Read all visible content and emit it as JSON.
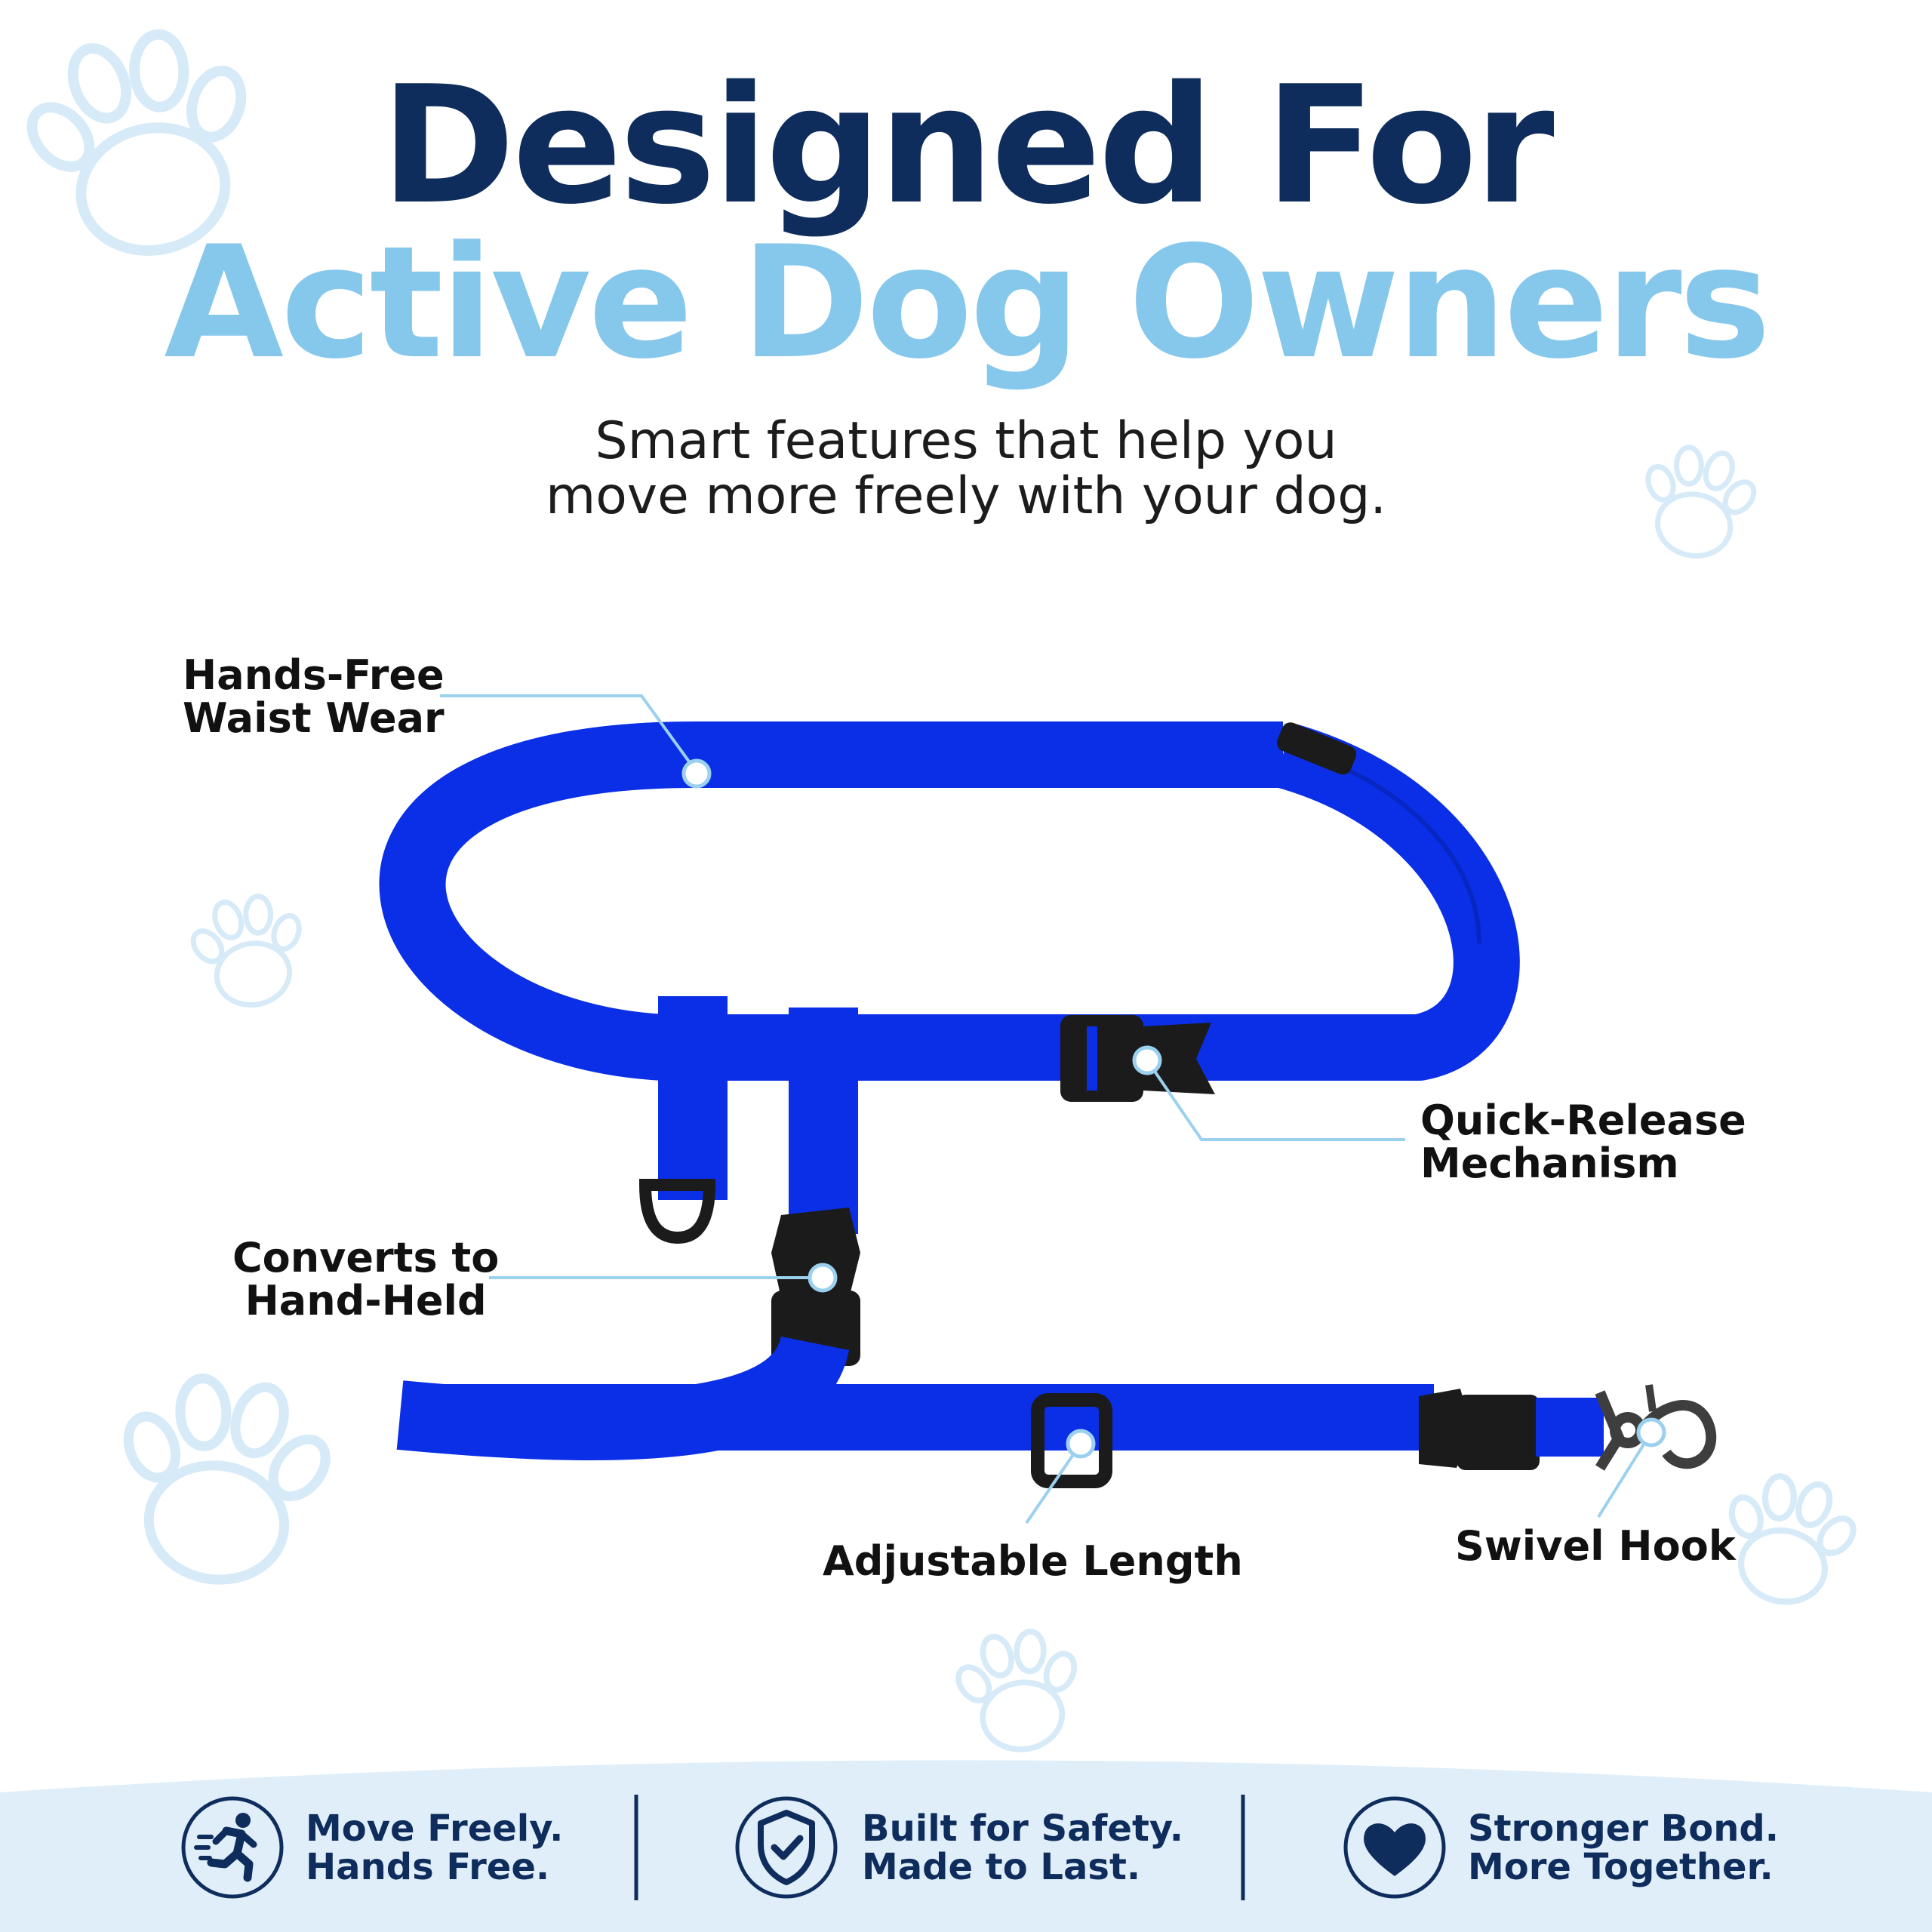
{
  "headline": {
    "line1": "Designed For",
    "line2": "Active Dog Owners"
  },
  "subheadline": {
    "line1": "Smart features that help you",
    "line2": "move more freely with your dog."
  },
  "callouts": {
    "waist": {
      "line1": "Hands-Free",
      "line2": "Waist Wear"
    },
    "quick_release": {
      "line1": "Quick-Release",
      "line2": "Mechanism"
    },
    "converts": {
      "line1": "Converts to",
      "line2": "Hand-Held"
    },
    "adjustable": {
      "label": "Adjustable Length"
    },
    "swivel": {
      "label": "Swivel Hook"
    }
  },
  "features": [
    {
      "icon": "running-person-icon",
      "line1": "Move Freely.",
      "line2": "Hands Free."
    },
    {
      "icon": "shield-check-icon",
      "line1": "Built for Safety.",
      "line2": "Made to Last."
    },
    {
      "icon": "heart-icon",
      "line1": "Stronger Bond.",
      "line2": "More Together."
    }
  ],
  "colors": {
    "headline_navy": "#0f2d5c",
    "headline_sky": "#86c7ec",
    "leash_blue": "#0a2fe6",
    "paw_outline": "#d6eaf8",
    "banner_background": "#dfeef9"
  }
}
